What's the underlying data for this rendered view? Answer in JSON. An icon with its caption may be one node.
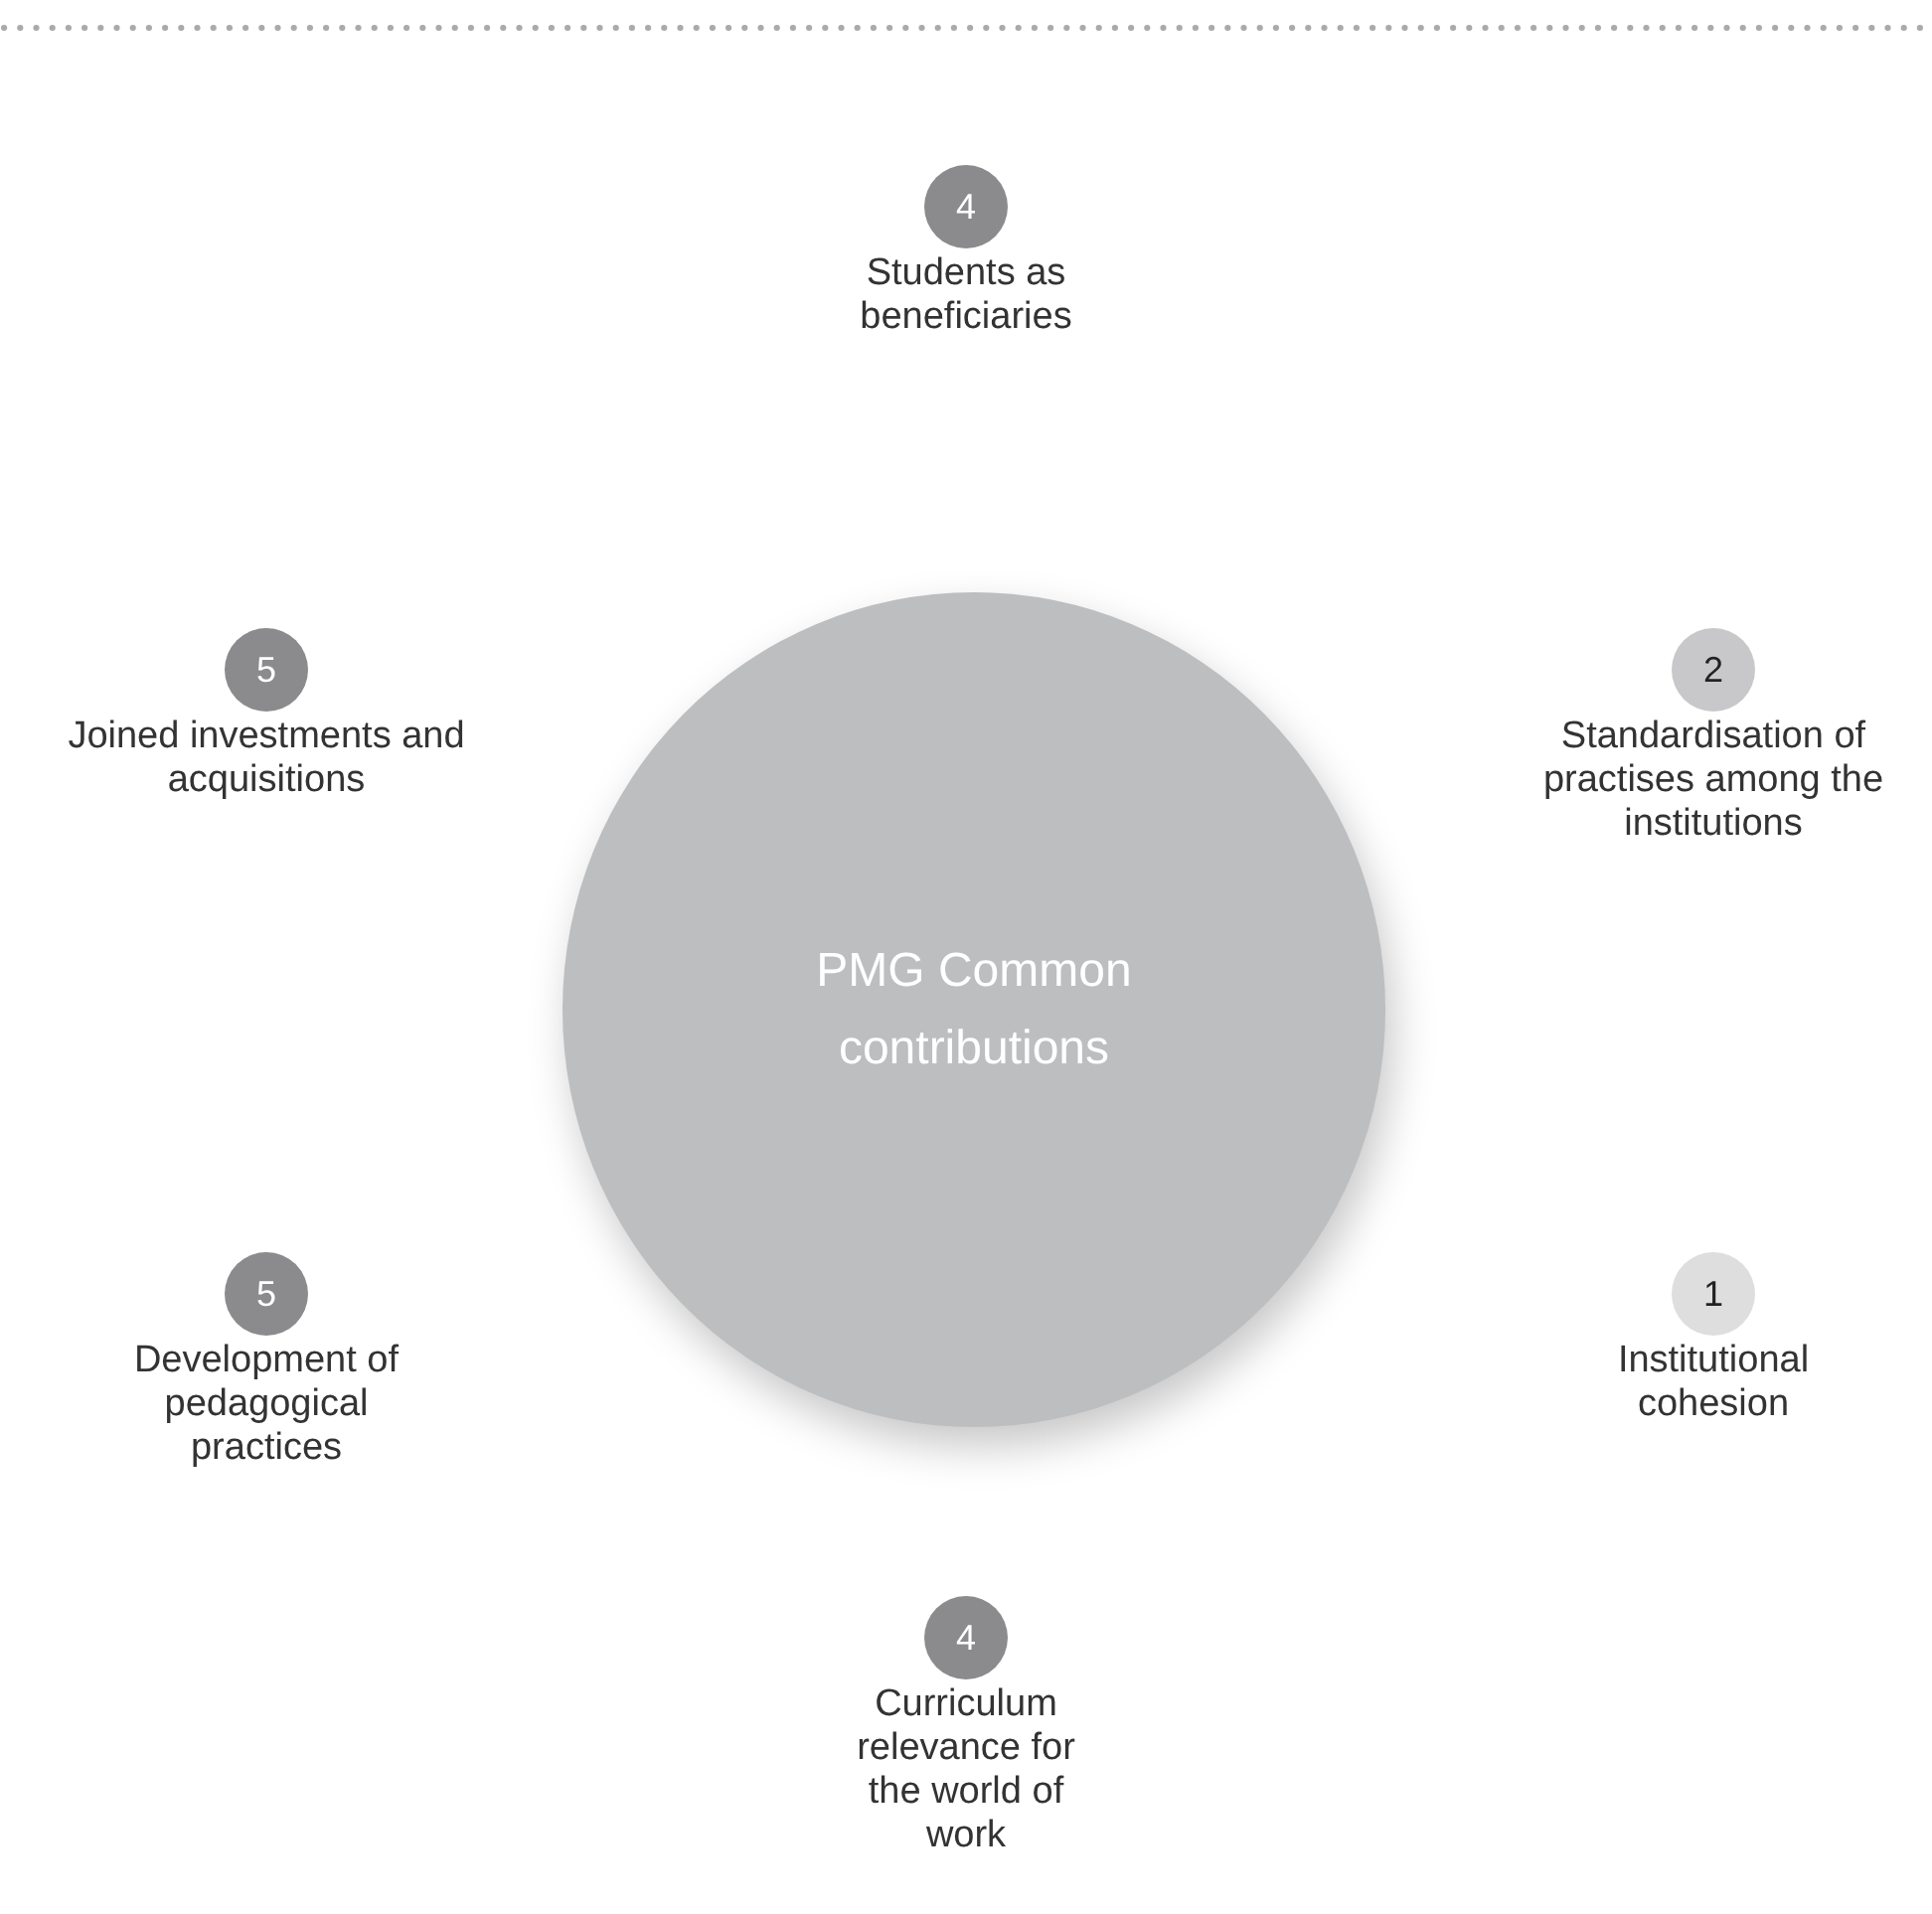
{
  "diagram": {
    "nodes": [
      {
        "text": [
          "PMG Common contributions"
        ]
      },
      {
        "text": [
          "4"
        ],
        "beside": [
          "Students as beneficiaries"
        ]
      },
      {
        "text": [
          "5"
        ],
        "beside": [
          "Joined investments and acquisitions"
        ]
      },
      {
        "text": [
          "2"
        ],
        "beside": [
          "Standardisation of practises among the institutions"
        ]
      },
      {
        "text": [
          "5"
        ],
        "beside": [
          "Development of pedagogical practices"
        ]
      },
      {
        "text": [
          "1"
        ],
        "beside": [
          "Institutional cohesion"
        ]
      },
      {
        "text": [
          "4"
        ],
        "beside": [
          "Curriculum relevance for the world of work"
        ]
      }
    ]
  }
}
